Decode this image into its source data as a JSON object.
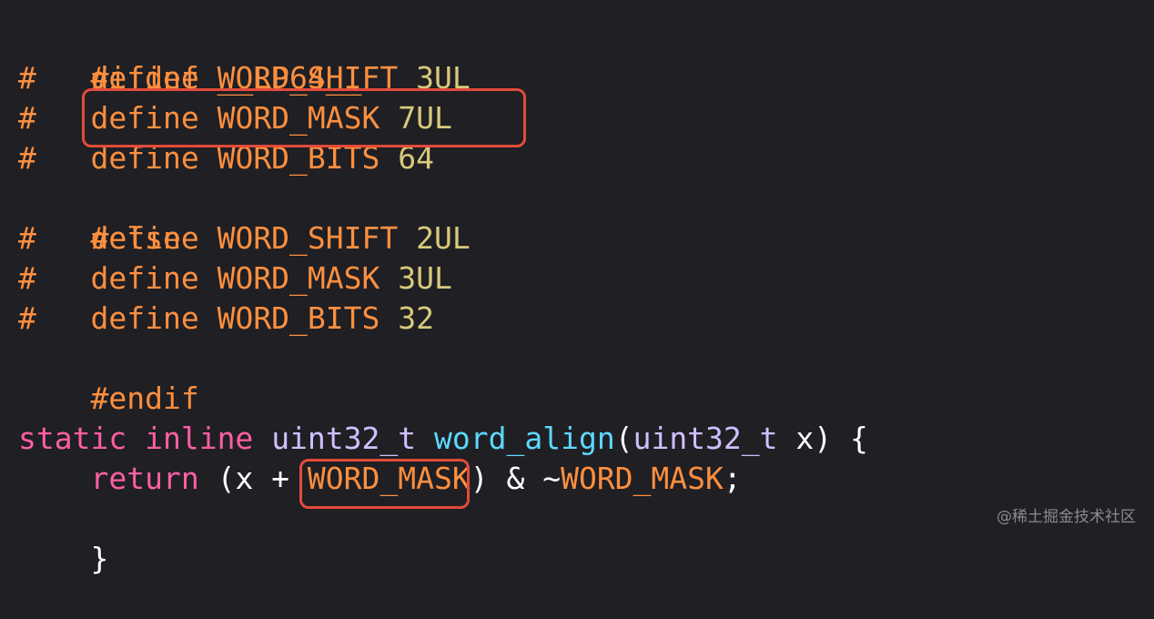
{
  "colors": {
    "background": "#1f1f24",
    "preprocessor": "#fd8f3f",
    "number": "#d9c97c",
    "keyword": "#fc5fa3",
    "type": "#d0bfff",
    "function": "#5dd8ff",
    "plain": "#ffffff",
    "highlight_box": "#e34a3a"
  },
  "code": {
    "line1": {
      "a": "#ifdef __LP64__"
    },
    "line2": {
      "hash": "#",
      "define": "define",
      "name": "WORD_SHIFT",
      "value": "3UL"
    },
    "line3": {
      "hash": "#",
      "define": "define",
      "name": "WORD_MASK",
      "value": "7UL"
    },
    "line4": {
      "hash": "#",
      "define": "define",
      "name": "WORD_BITS",
      "value": "64"
    },
    "line5": {
      "a": "#else"
    },
    "line6": {
      "hash": "#",
      "define": "define",
      "name": "WORD_SHIFT",
      "value": "2UL"
    },
    "line7": {
      "hash": "#",
      "define": "define",
      "name": "WORD_MASK",
      "value": "3UL"
    },
    "line8": {
      "hash": "#",
      "define": "define",
      "name": "WORD_BITS",
      "value": "32"
    },
    "line9": {
      "a": "#endif"
    },
    "line11": {
      "static": "static",
      "inline": "inline",
      "ret_type": "uint32_t",
      "fn": "word_align",
      "open": "(",
      "param_type": "uint32_t",
      "param": " x",
      "close": ") {"
    },
    "line12": {
      "ret": "return",
      "expr1": " (x + ",
      "mask1": "WORD_MASK",
      "expr2": ") & ~",
      "mask2": "WORD_MASK",
      "semi": ";"
    },
    "line13": {
      "a": "}"
    }
  },
  "watermark": "@稀土掘金技术社区"
}
